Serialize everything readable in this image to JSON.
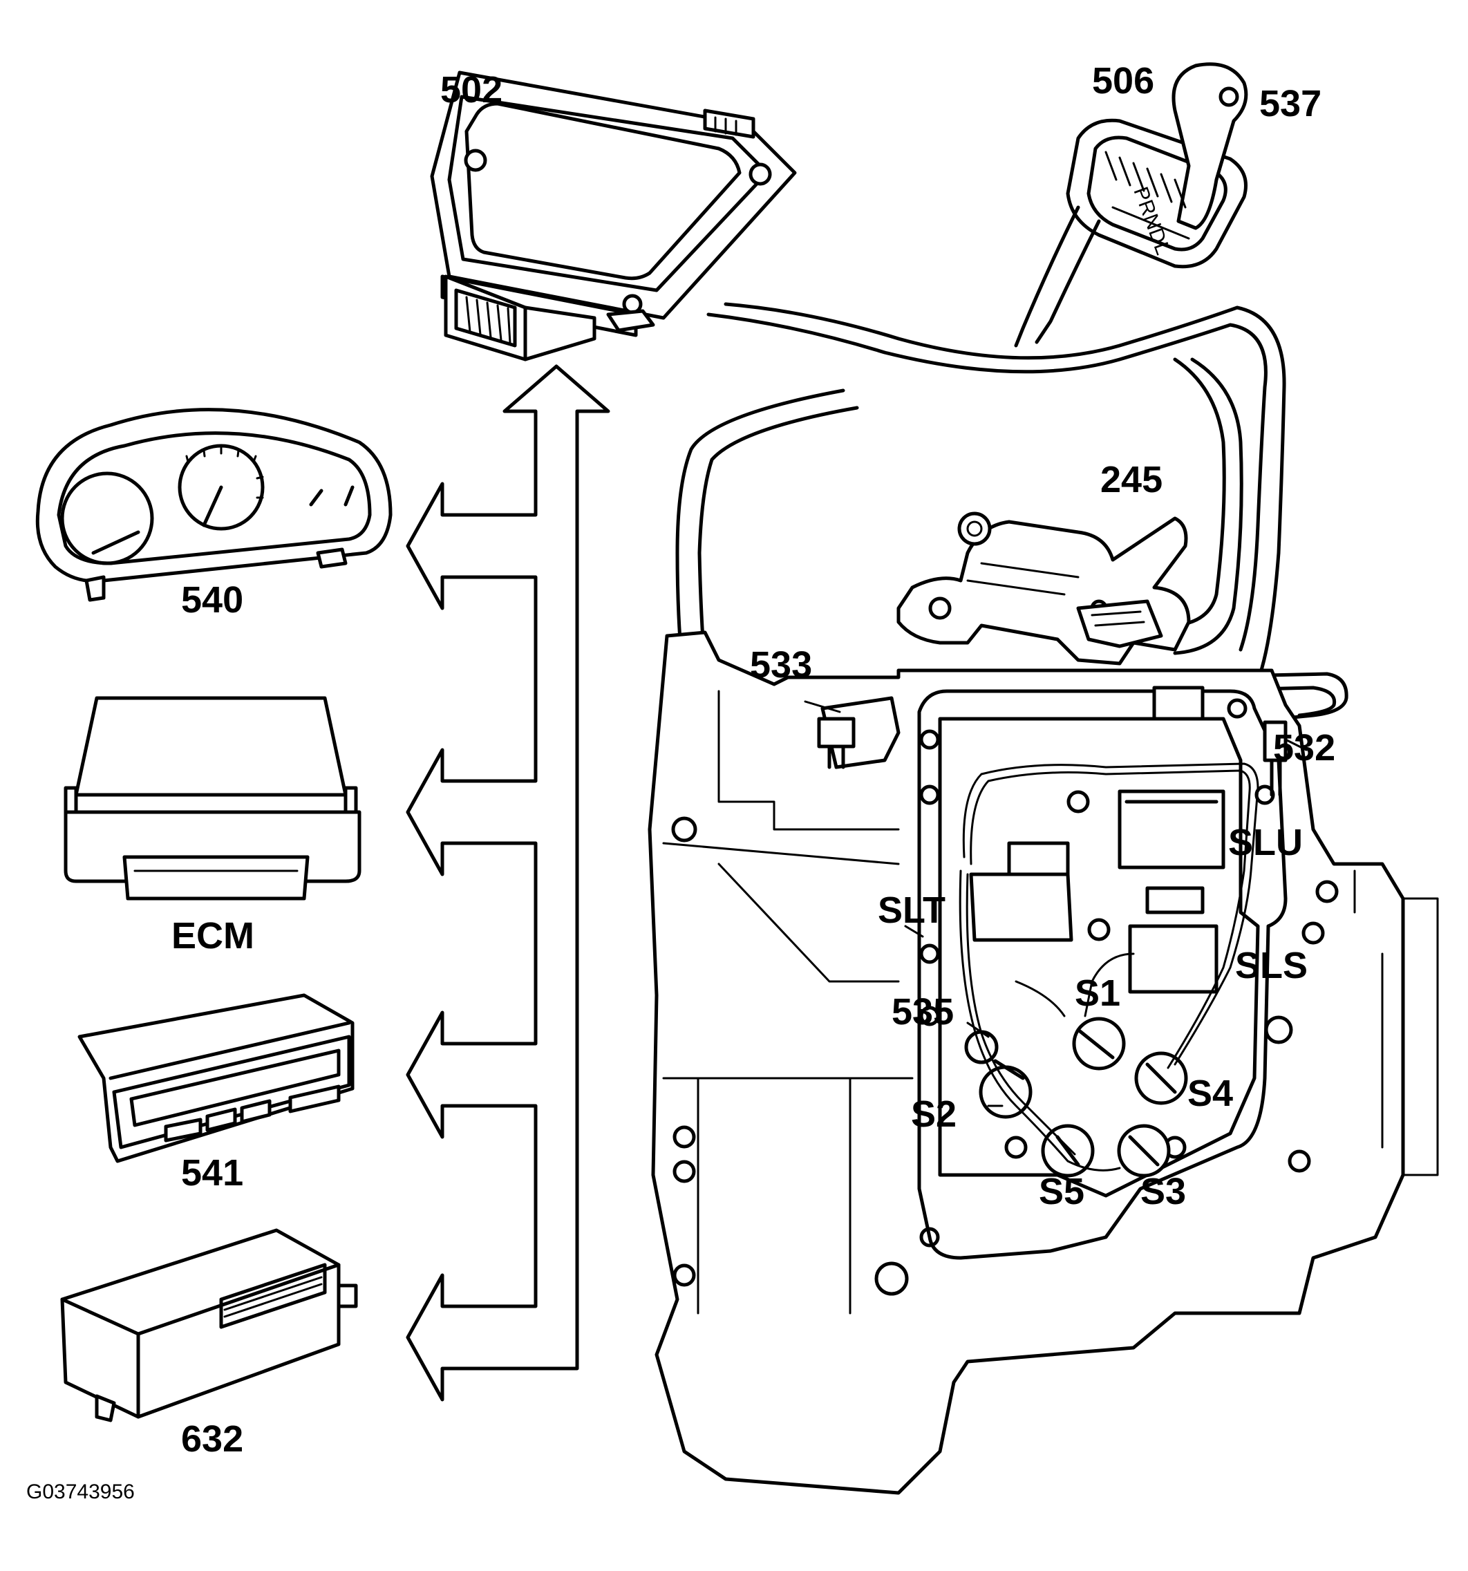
{
  "labels": {
    "tcm": "502",
    "selector": "506",
    "selector_knob": "537",
    "range_switch": "245",
    "instrument_cluster": "540",
    "ecm": "ECM",
    "display": "541",
    "control_module_632": "632",
    "sensor_533": "533",
    "sensor_532": "532",
    "sensor_535": "535",
    "slu": "SLU",
    "slt": "SLT",
    "sls": "SLS",
    "s1": "S1",
    "s2": "S2",
    "s3": "S3",
    "s4": "S4",
    "s5": "S5"
  },
  "figure_code": "G03743956"
}
